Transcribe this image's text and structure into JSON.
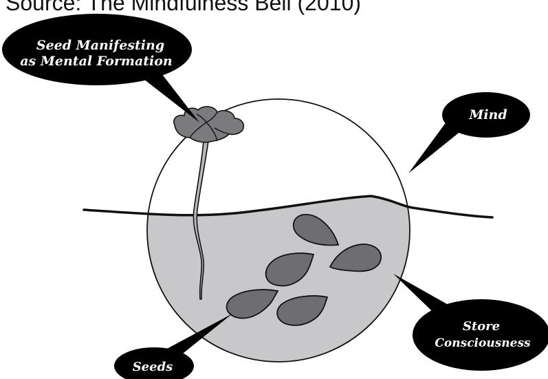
{
  "source": "Source: The Mindfulness Bell (2010)",
  "labels": {
    "mental_formation_line1": "Seed Manifesting",
    "mental_formation_line2": "as Mental Formation",
    "mind": "Mind",
    "store_line1": "Store",
    "store_line2": "Consciousness",
    "seeds": "Seeds"
  },
  "colors": {
    "store_fill": "#c8c8ca",
    "seed_fill": "#6e6e70",
    "flower_fill": "#7b7b7d",
    "outline": "#111111",
    "bubble_fill": "#000000"
  }
}
